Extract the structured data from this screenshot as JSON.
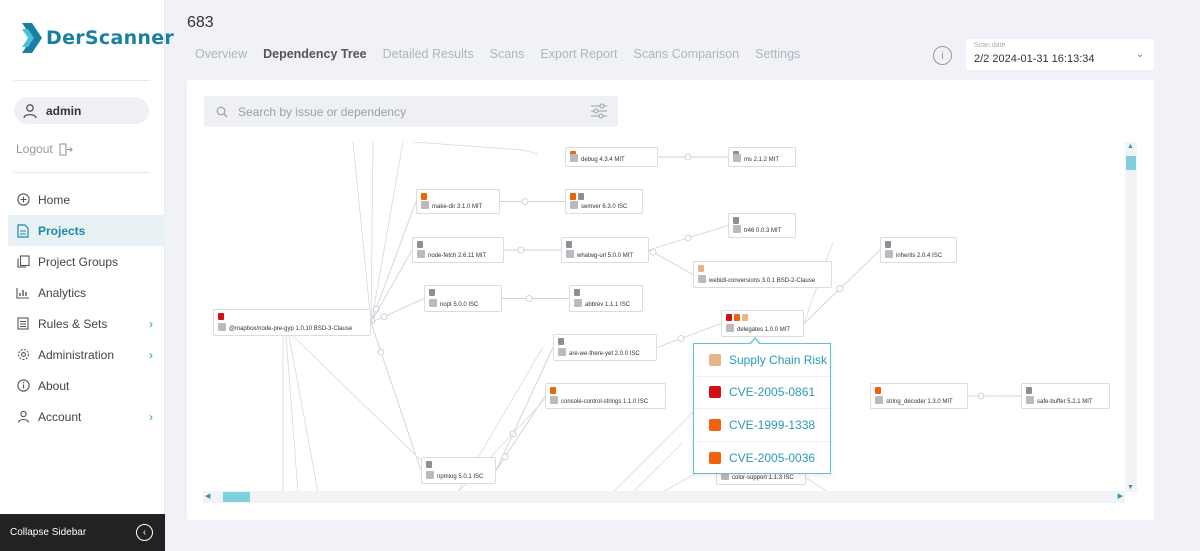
{
  "app": {
    "name": "DerScanner"
  },
  "sidebar": {
    "user": "admin",
    "logout": "Logout",
    "items": [
      {
        "label": "Home",
        "icon": "plus-circle-icon",
        "active": false,
        "chevron": false
      },
      {
        "label": "Projects",
        "icon": "document-icon",
        "active": true,
        "chevron": false
      },
      {
        "label": "Project Groups",
        "icon": "copy-icon",
        "active": false,
        "chevron": false
      },
      {
        "label": "Analytics",
        "icon": "bar-chart-icon",
        "active": false,
        "chevron": false
      },
      {
        "label": "Rules & Sets",
        "icon": "list-icon",
        "active": false,
        "chevron": true
      },
      {
        "label": "Administration",
        "icon": "gear-icon",
        "active": false,
        "chevron": true
      },
      {
        "label": "About",
        "icon": "info-icon",
        "active": false,
        "chevron": false
      },
      {
        "label": "Account",
        "icon": "user-icon",
        "active": false,
        "chevron": true
      }
    ],
    "collapse": "Collapse Sidebar"
  },
  "header": {
    "project": "683",
    "tabs": [
      "Overview",
      "Dependency Tree",
      "Detailed Results",
      "Scans",
      "Export Report",
      "Scans Comparison",
      "Settings"
    ],
    "active_tab": 1,
    "scan_label": "Scan date",
    "scan_value": "2/2 2024-01-31 16:13:34"
  },
  "search": {
    "placeholder": "Search by issue or dependency"
  },
  "graph": {
    "nodes": [
      {
        "id": "debug",
        "label": "debug 4.3.4 MIT",
        "badges": [
          "orange"
        ]
      },
      {
        "id": "ms",
        "label": "ms 2.1.2 MIT",
        "badges": [
          "gray"
        ]
      },
      {
        "id": "make-dir",
        "label": "make-dir 3.1.0 MIT",
        "badges": [
          "orange"
        ]
      },
      {
        "id": "semver",
        "label": "semver 6.3.0 ISC",
        "badges": [
          "orange",
          "gray"
        ]
      },
      {
        "id": "tr46",
        "label": "tr46 0.0.3 MIT",
        "badges": [
          "gray"
        ]
      },
      {
        "id": "node-fetch",
        "label": "node-fetch 2.6.11 MIT",
        "badges": [
          "gray"
        ]
      },
      {
        "id": "whatwg-url",
        "label": "whatwg-url 5.0.0 MIT",
        "badges": [
          "gray"
        ]
      },
      {
        "id": "inherits",
        "label": "inherits 2.0.4 ISC",
        "badges": [
          "gray"
        ]
      },
      {
        "id": "webidl",
        "label": "webidl-conversions 3.0.1 BSD-2-Clause",
        "badges": [
          "peach"
        ]
      },
      {
        "id": "nopt",
        "label": "nopt 5.0.0 ISC",
        "badges": [
          "gray"
        ]
      },
      {
        "id": "abbrev",
        "label": "abbrev 1.1.1 ISC",
        "badges": [
          "gray"
        ]
      },
      {
        "id": "root",
        "label": "@mapbox/node-pre-gyp 1.0.10 BSD-3-Clause",
        "badges": [
          "red"
        ]
      },
      {
        "id": "delegates",
        "label": "delegates 1.0.0 MIT",
        "badges": [
          "red",
          "orange",
          "peach"
        ]
      },
      {
        "id": "are-we-there-yet",
        "label": "are-we-there-yet 2.0.0 ISC",
        "badges": [
          "gray"
        ]
      },
      {
        "id": "console-control-strings",
        "label": "console-control-strings 1.1.0 ISC",
        "badges": [
          "orange"
        ]
      },
      {
        "id": "string_decoder",
        "label": "string_decoder 1.3.0 MIT",
        "badges": [
          "orange"
        ]
      },
      {
        "id": "safe-buffer",
        "label": "safe-buffer 5.2.1 MIT",
        "badges": [
          "gray"
        ]
      },
      {
        "id": "npmlog",
        "label": "npmlog 5.0.1 ISC",
        "badges": [
          "gray"
        ]
      },
      {
        "id": "color-support",
        "label": "color-support 1.1.3 ISC",
        "badges": []
      }
    ]
  },
  "popup": {
    "items": [
      {
        "label": "Supply Chain Risk",
        "color": "#e8b48a"
      },
      {
        "label": "CVE-2005-0861",
        "color": "#d40f0f"
      },
      {
        "label": "CVE-1999-1338",
        "color": "#f0620e"
      },
      {
        "label": "CVE-2005-0036",
        "color": "#f0620e"
      }
    ]
  },
  "colors": {
    "accent": "#2a9ab8",
    "red": "#d40f0f",
    "orange": "#f0620e",
    "peach": "#e8b48a",
    "gray": "#8a8f99"
  }
}
